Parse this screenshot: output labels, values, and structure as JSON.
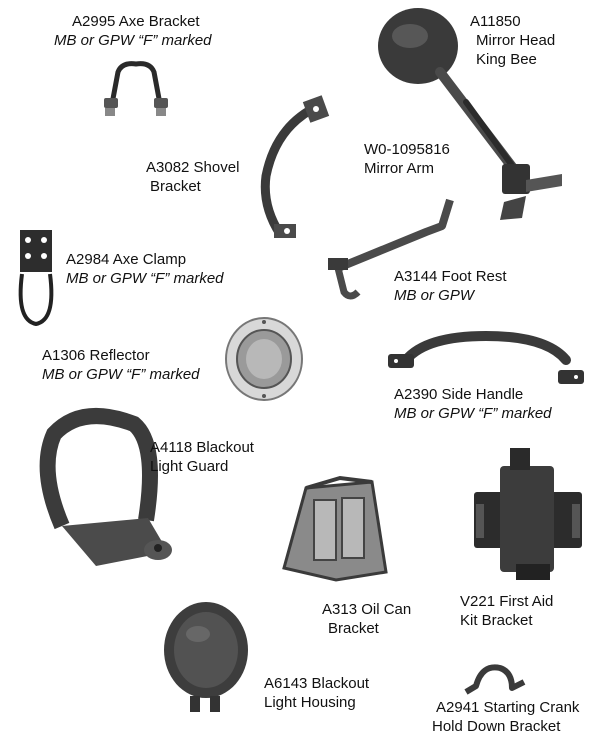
{
  "items": [
    {
      "id": "a2995",
      "line1": "A2995 Axe Bracket",
      "line2": "MB or GPW “F” marked",
      "line2_italic": true,
      "icon": "axe-bracket-icon"
    },
    {
      "id": "a11850",
      "line1": "A11850",
      "line2": "Mirror Head",
      "line3": "King Bee",
      "icon": "mirror-head-icon"
    },
    {
      "id": "a3082",
      "line1": "A3082 Shovel",
      "line2": "Bracket",
      "line2_italic": false,
      "icon": "shovel-bracket-icon"
    },
    {
      "id": "w0",
      "line1": "W0-1095816",
      "line2": "Mirror Arm",
      "line2_italic": false,
      "icon": "mirror-arm-icon"
    },
    {
      "id": "a2984",
      "line1": "A2984 Axe Clamp",
      "line2": "MB or GPW “F” marked",
      "line2_italic": true,
      "icon": "axe-clamp-icon"
    },
    {
      "id": "a3144",
      "line1": "A3144 Foot Rest",
      "line2": "MB or GPW",
      "line2_italic": true,
      "icon": "foot-rest-icon"
    },
    {
      "id": "a1306",
      "line1": "A1306 Reflector",
      "line2": "MB or GPW “F” marked",
      "line2_italic": true,
      "icon": "reflector-icon"
    },
    {
      "id": "a2390",
      "line1": "A2390 Side Handle",
      "line2": "MB or GPW “F” marked",
      "line2_italic": true,
      "icon": "side-handle-icon"
    },
    {
      "id": "a4118",
      "line1": "A4118 Blackout",
      "line2": "Light Guard",
      "line2_italic": false,
      "icon": "light-guard-icon"
    },
    {
      "id": "a313",
      "line1": "A313 Oil Can",
      "line2": "Bracket",
      "line2_italic": false,
      "icon": "oil-can-bracket-icon"
    },
    {
      "id": "v221",
      "line1": "V221 First Aid",
      "line2": "Kit Bracket",
      "line2_italic": false,
      "icon": "first-aid-bracket-icon"
    },
    {
      "id": "a6143",
      "line1": "A6143 Blackout",
      "line2": "Light Housing",
      "line2_italic": false,
      "icon": "light-housing-icon"
    },
    {
      "id": "a2941",
      "line1": "A2941 Starting Crank",
      "line2": "Hold Down Bracket",
      "line2_italic": false,
      "icon": "crank-bracket-icon"
    }
  ]
}
